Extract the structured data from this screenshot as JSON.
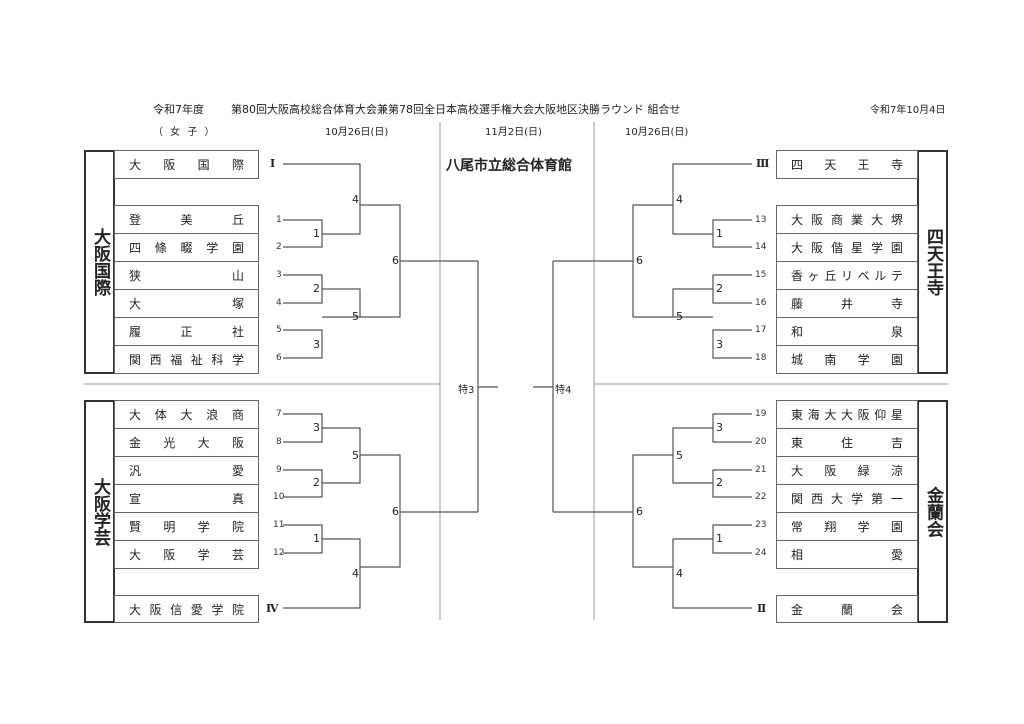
{
  "header": {
    "year_label": "令和7年度",
    "title": "第80回大阪高校総合体育大会兼第78回全日本高校選手権大会大阪地区決勝ラウンド 組合せ",
    "date_issued": "令和7年10月4日",
    "category": "（ 女 子 ）",
    "date_left": "10月26日(日)",
    "date_center": "11月2日(日)",
    "date_right": "10月26日(日)",
    "venue": "八尾市立総合体育館"
  },
  "blocks": {
    "top_left": {
      "block_name": "大阪国際",
      "seed_team": {
        "seed": "Ⅰ",
        "name": "大阪国際"
      },
      "teams": [
        {
          "no": "1",
          "name": "登美丘"
        },
        {
          "no": "2",
          "name": "四條畷学園"
        },
        {
          "no": "3",
          "name": "狭山"
        },
        {
          "no": "4",
          "name": "大塚"
        },
        {
          "no": "5",
          "name": "履正社"
        },
        {
          "no": "6",
          "name": "関西福祉科学"
        }
      ],
      "rounds": {
        "r1a": "1",
        "r1b": "2",
        "r1c": "3",
        "r2a": "4",
        "r2b": "5",
        "final": "6"
      }
    },
    "bottom_left": {
      "block_name": "大阪学芸",
      "seed_team": {
        "seed": "Ⅳ",
        "name": "大阪信愛学院"
      },
      "teams": [
        {
          "no": "7",
          "name": "大体大浪商"
        },
        {
          "no": "8",
          "name": "金光大阪"
        },
        {
          "no": "9",
          "name": "汎愛"
        },
        {
          "no": "10",
          "name": "宣真"
        },
        {
          "no": "11",
          "name": "賢明学院"
        },
        {
          "no": "12",
          "name": "大阪学芸"
        }
      ],
      "rounds": {
        "r1a": "3",
        "r1b": "2",
        "r1c": "1",
        "r2a": "5",
        "r2b": "4",
        "final": "6"
      }
    },
    "top_right": {
      "block_name": "四天王寺",
      "seed_team": {
        "seed": "Ⅲ",
        "name": "四天王寺"
      },
      "teams": [
        {
          "no": "13",
          "name": "大阪商業大堺"
        },
        {
          "no": "14",
          "name": "大阪偕星学園"
        },
        {
          "no": "15",
          "name": "香ヶ丘リベルテ"
        },
        {
          "no": "16",
          "name": "藤井寺"
        },
        {
          "no": "17",
          "name": "和泉"
        },
        {
          "no": "18",
          "name": "城南学園"
        }
      ],
      "rounds": {
        "r1a": "1",
        "r1b": "2",
        "r1c": "3",
        "r2a": "4",
        "r2b": "5",
        "final": "6"
      }
    },
    "bottom_right": {
      "block_name": "金蘭会",
      "seed_team": {
        "seed": "Ⅱ",
        "name": "金蘭会"
      },
      "teams": [
        {
          "no": "19",
          "name": "東海大大阪仰星"
        },
        {
          "no": "20",
          "name": "東住吉"
        },
        {
          "no": "21",
          "name": "大阪緑涼"
        },
        {
          "no": "22",
          "name": "関西大学第一"
        },
        {
          "no": "23",
          "name": "常翔学園"
        },
        {
          "no": "24",
          "name": "相愛"
        }
      ],
      "rounds": {
        "r1a": "3",
        "r1b": "2",
        "r1c": "1",
        "r2a": "5",
        "r2b": "4",
        "final": "6"
      }
    }
  },
  "special": {
    "left": "特3",
    "right": "特4"
  },
  "colors": {
    "line": "#555555",
    "divider": "#999999",
    "box": "#333333"
  }
}
